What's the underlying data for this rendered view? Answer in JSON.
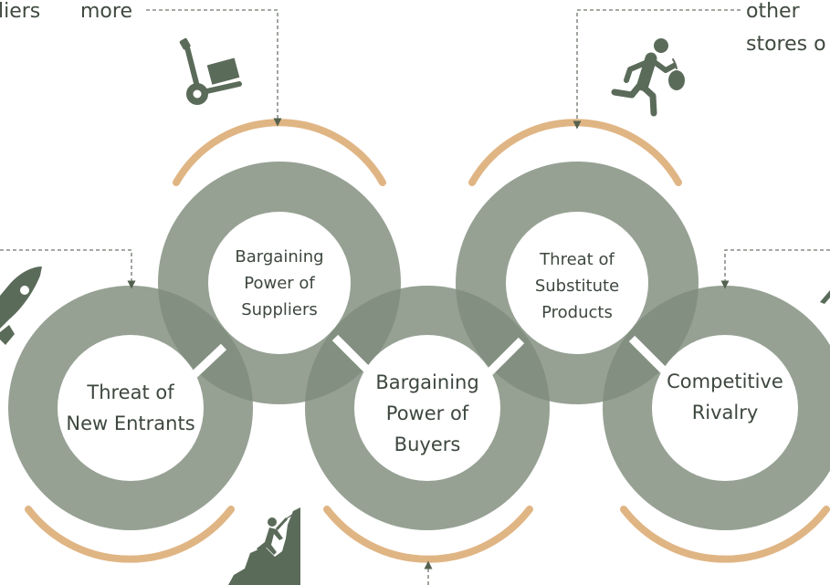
{
  "colors": {
    "ring": "#7f8c7d",
    "ring_overlap": "#55614f",
    "arc": "#e0b584",
    "icon": "#5b6b5a",
    "text": "#3d473e",
    "connector": "#6d776b"
  },
  "top_fragments": {
    "left_a": "liers",
    "left_b": "more",
    "right_a": "other",
    "right_b": "stores o"
  },
  "circles": [
    {
      "id": "new-entrants",
      "lines": [
        "Threat of",
        "New Entrants"
      ]
    },
    {
      "id": "suppliers",
      "lines": [
        "Bargaining",
        "Power of",
        "Suppliers"
      ]
    },
    {
      "id": "buyers",
      "lines": [
        "Bargaining",
        "Power of",
        "Buyers"
      ]
    },
    {
      "id": "substitutes",
      "lines": [
        "Threat of",
        "Substitute",
        "Products"
      ]
    },
    {
      "id": "rivalry",
      "lines": [
        "Competitive",
        "Rivalry"
      ]
    }
  ],
  "icons": [
    "rocket-icon",
    "hand-truck-icon",
    "running-thief-icon",
    "climber-icon",
    "mountain-icon"
  ]
}
